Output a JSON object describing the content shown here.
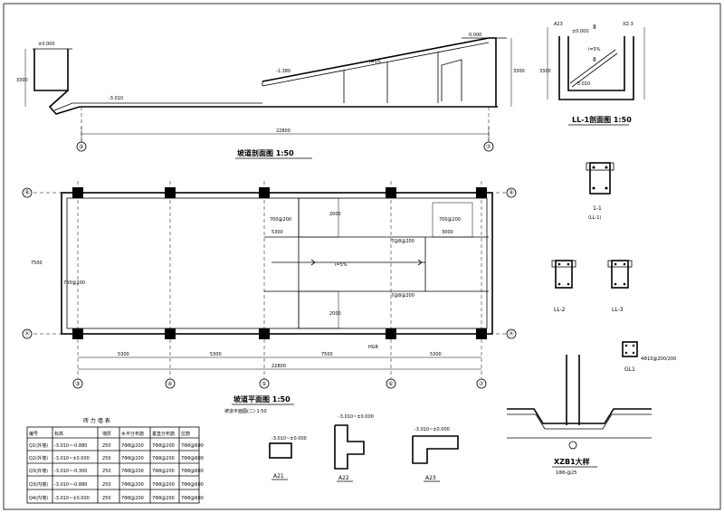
{
  "section": {
    "title": "坡道剖面图  1:50",
    "elev_left": "±0.000",
    "elev_ramp_bottom": "-3.010",
    "elev_mid": "-1.380",
    "elev_right": "0.000",
    "slope": "i=5%",
    "dim_total": "22800",
    "dim_left_h": "3300",
    "dim_right_h": "3300",
    "axis_left": "③",
    "axis_right": "⑦"
  },
  "ll1": {
    "title": "LL-1剖面图  1:50",
    "elev_top": "±0.000",
    "elev_bottom": "-3.010",
    "slope": "i=5%",
    "label_top": "Ⅱ",
    "label_mid": "Ⅱ",
    "tag_left": "A23",
    "tag_right": "XZ-3",
    "dim_h": "3300"
  },
  "plan": {
    "title": "坡道平面图  1:50",
    "subtitle": "坡道平面图(二) 1:50",
    "axes_bottom": [
      "③",
      "④",
      "⑤",
      "⑥",
      "⑦"
    ],
    "axes_side_top": "Ⓑ",
    "axes_side_bottom": "Ⓐ",
    "dims_bottom": [
      "5300",
      "5300",
      "7500",
      "5300"
    ],
    "dim_total": "22800",
    "dim_total2": "HG8",
    "slope_label": "i=5%",
    "dim_side": "7500",
    "notes": [
      "700@200",
      "700@200",
      "7@8@200",
      "7@8@200",
      "700@200",
      "2000",
      "2000",
      "5300",
      "3000"
    ]
  },
  "sections": {
    "s11_label": "1-1",
    "s11_sub": "(LL-1)",
    "s22_label": "LL-2",
    "s33_label": "LL-3",
    "gl1_label": "GL1",
    "gl1_note": "4Φ10@200/200",
    "xzb_title": "XZB1大样",
    "xzb_sub": "1Φ8-@25"
  },
  "table": {
    "title": "砖  力  墙  表",
    "headers": [
      "编号",
      "标高",
      "墙厚",
      "水平分布筋",
      "垂直分布筋",
      "拉筋"
    ],
    "rows": [
      [
        "Q1(外墙)",
        "-3.010~-0.880",
        "250",
        "7Φ8@200",
        "7Φ8@200",
        "7Φ8@600"
      ],
      [
        "Q2(外墙)",
        "-3.010~±0.000",
        "250",
        "7Φ8@200",
        "7Φ8@200",
        "7Φ8@600"
      ],
      [
        "Q3(外墙)",
        "-3.010~-0.300",
        "250",
        "7Φ8@200",
        "7Φ8@200",
        "7Φ8@600"
      ],
      [
        "Q3(内墙)",
        "-3.010~-0.880",
        "250",
        "7Φ8@200",
        "7Φ8@200",
        "7Φ8@600"
      ],
      [
        "Q4(内墙)",
        "-3.010~±0.000",
        "250",
        "7Φ8@200",
        "7Φ8@200",
        "7Φ8@600"
      ]
    ]
  },
  "details": {
    "a21": "A21",
    "a22": "A22",
    "a23": "A23",
    "a21_note": "-3.010~±0.000",
    "a22_note": "-3.010~±0.000",
    "a23_note": "-3.010~±0.000"
  }
}
